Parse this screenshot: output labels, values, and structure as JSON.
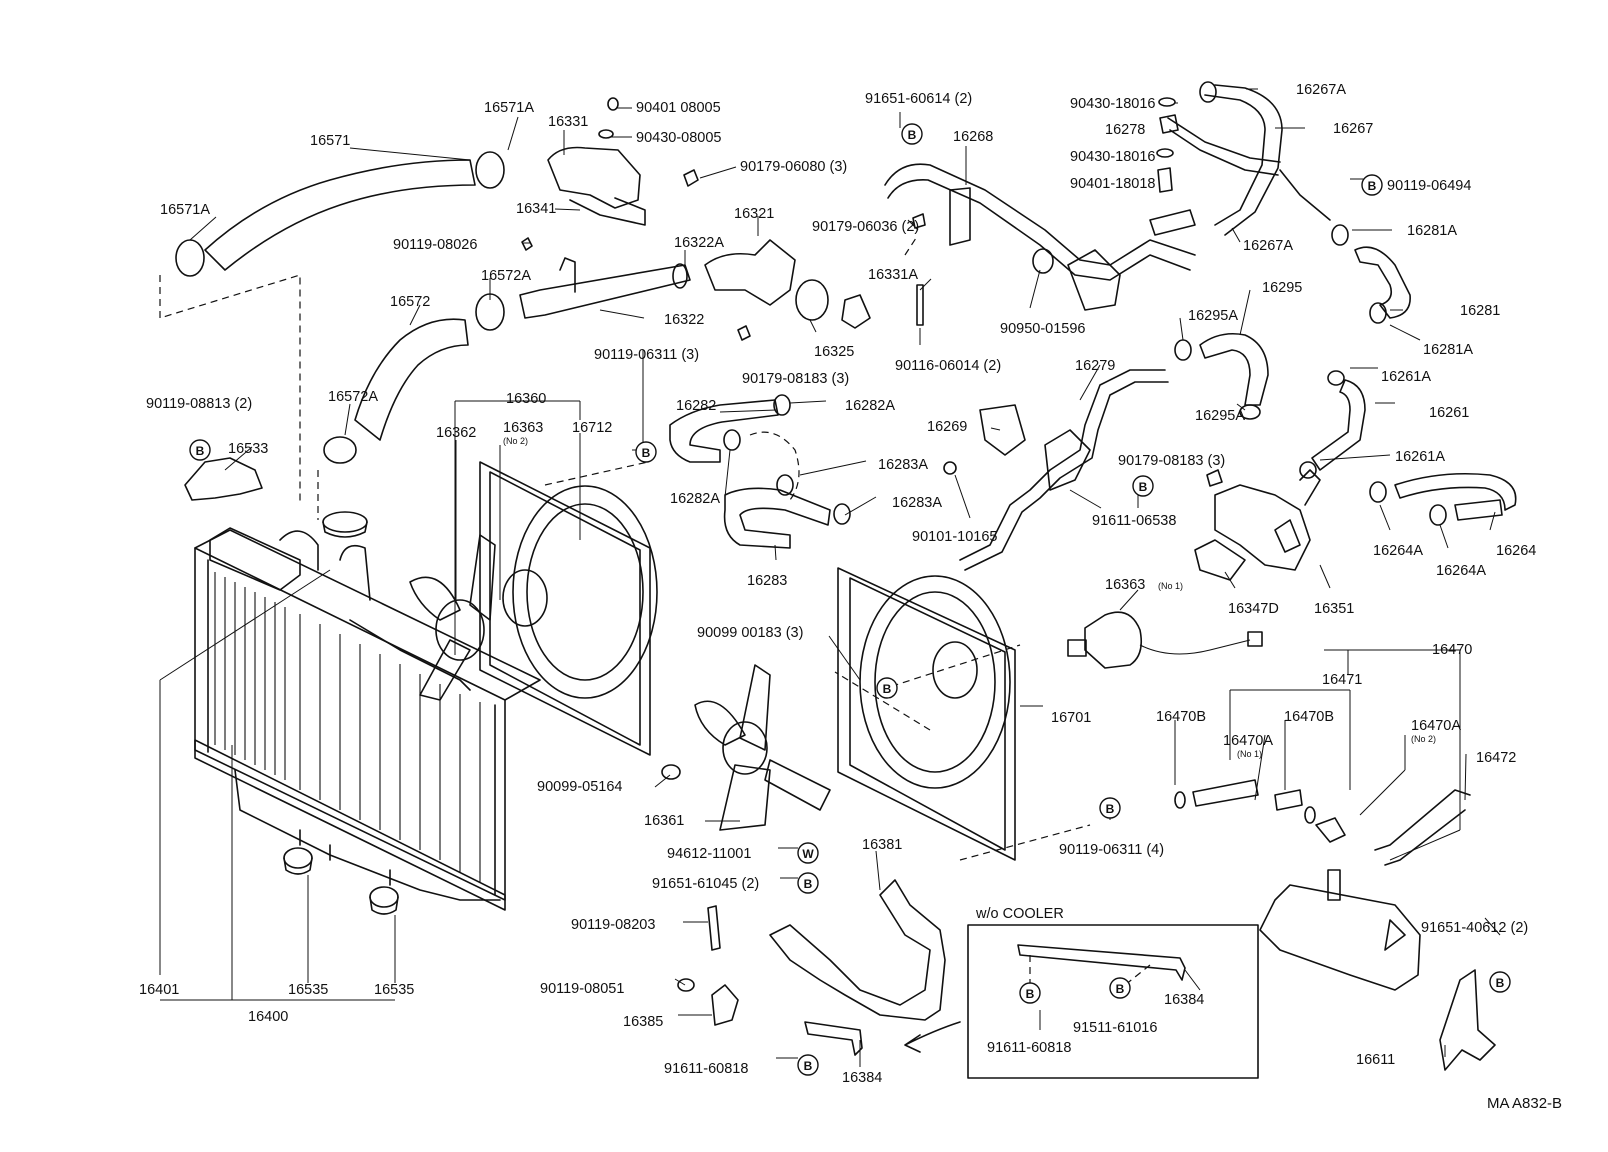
{
  "diagram_code": "MA A832-B",
  "inset_title": "w/o COOLER",
  "callouts": {
    "m16571": "16571",
    "m16571A_top": "16571A",
    "m16571A_left": "16571A",
    "m16331": "16331",
    "m90401_08005": "90401 08005",
    "m90430_08005": "90430-08005",
    "m90179_06080": "90179-06080 (3)",
    "m16341": "16341",
    "m91651_60614": "91651-60614 (2)",
    "m16268": "16268",
    "m90430_18016_a": "90430-18016",
    "m16278": "16278",
    "m90430_18016_b": "90430-18016",
    "m90401_18018": "90401-18018",
    "m16267A_top": "16267A",
    "m16267": "16267",
    "m90119_06494": "90119-06494",
    "m16267A_bot": "16267A",
    "m16281A_top": "16281A",
    "m16281": "16281",
    "m16281A_bot": "16281A",
    "m90119_08026": "90119-08026",
    "m16322A": "16322A",
    "m16321": "16321",
    "m90179_06036": "90179-06036 (2)",
    "m16331A": "16331A",
    "m16572A_top": "16572A",
    "m16572": "16572",
    "m16322": "16322",
    "m16325": "16325",
    "m90950_01596": "90950-01596",
    "m16295A_top": "16295A",
    "m16295": "16295",
    "m90119_06311_3": "90119-06311 (3)",
    "m90179_08183_a": "90179-08183 (3)",
    "m90116_06014": "90116-06014 (2)",
    "m16279": "16279",
    "m16295A_bot": "16295A",
    "m16261A_top": "16261A",
    "m16261": "16261",
    "m16360": "16360",
    "m90119_08813": "90119-08813 (2)",
    "m16572A_left": "16572A",
    "m16362": "16362",
    "m16363_top": "16363",
    "m16363_top_sub": "(No 2)",
    "m16712": "16712",
    "m16282": "16282",
    "m16282A_top": "16282A",
    "m16269": "16269",
    "m16533": "16533",
    "m16283A_top": "16283A",
    "m90179_08183_b": "90179-08183 (3)",
    "m16261A_bot": "16261A",
    "m16282A_bot": "16282A",
    "m16283A_bot": "16283A",
    "m90101_10165": "90101-10165",
    "m91611_06538": "91611-06538",
    "m16264A_a": "16264A",
    "m16264": "16264",
    "m16264A_b": "16264A",
    "m16283": "16283",
    "m16363_no1": "16363",
    "m16363_no1_sub": "(No 1)",
    "m16347D": "16347D",
    "m16351": "16351",
    "m90099_00183": "90099 00183 (3)",
    "m16470": "16470",
    "m16471": "16471",
    "m16470B_a": "16470B",
    "m16470B_b": "16470B",
    "m16470A_no1": "16470A",
    "m16470A_no1_sub": "(No 1)",
    "m16470A_no2": "16470A",
    "m16470A_no2_sub": "(No 2)",
    "m16701": "16701",
    "m16472": "16472",
    "m90099_05164": "90099-05164",
    "m16361": "16361",
    "m90119_06311_4": "90119-06311 (4)",
    "m94612_11001": "94612-11001",
    "m16381": "16381",
    "m91651_61045": "91651-61045 (2)",
    "m90119_08203": "90119-08203",
    "m91651_40612": "91651-40612 (2)",
    "m90119_08051": "90119-08051",
    "m16385": "16385",
    "m91611_60818_main": "91611-60818",
    "m16384_main": "16384",
    "m16384_inset": "16384",
    "m91611_60818_inset": "91611-60818",
    "m91511_61016": "91511-61016",
    "m16611": "16611",
    "m16401": "16401",
    "m16535_a": "16535",
    "m16535_b": "16535",
    "m16400": "16400"
  },
  "markers": {
    "b": "B",
    "w": "W"
  }
}
